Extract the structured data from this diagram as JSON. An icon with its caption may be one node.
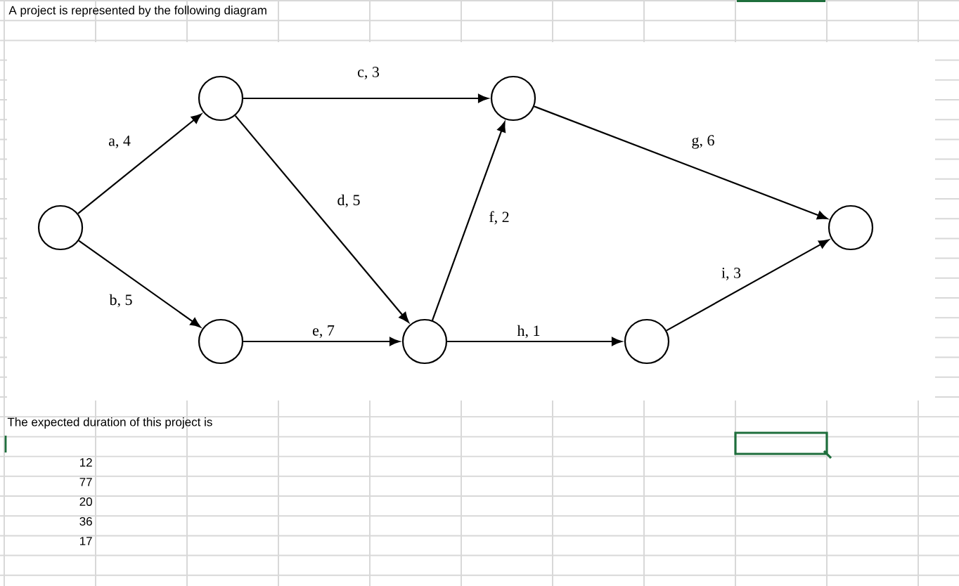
{
  "diagram": {
    "nodes": [
      {
        "text": [],
        "shape": "circle"
      },
      {
        "text": [],
        "shape": "circle"
      },
      {
        "text": [],
        "shape": "circle"
      },
      {
        "text": [],
        "shape": "circle"
      },
      {
        "text": [],
        "shape": "circle"
      },
      {
        "text": [],
        "shape": "circle"
      },
      {
        "text": [],
        "shape": "circle"
      }
    ],
    "edges": [
      {
        "from": 0,
        "to": 1,
        "arrow": "to",
        "label": "a, 4"
      },
      {
        "from": 0,
        "to": 2,
        "arrow": "to",
        "label": "b, 5"
      },
      {
        "from": 1,
        "to": 4,
        "arrow": "to",
        "label": "c, 3"
      },
      {
        "from": 1,
        "to": 3,
        "arrow": "to",
        "label": "d, 5"
      },
      {
        "from": 2,
        "to": 3,
        "arrow": "to",
        "label": "e, 7"
      },
      {
        "from": 3,
        "to": 4,
        "arrow": "to",
        "label": "f, 2"
      },
      {
        "from": 4,
        "to": 6,
        "arrow": "to",
        "label": "g, 6"
      },
      {
        "from": 3,
        "to": 5,
        "arrow": "to",
        "label": "h, 1"
      },
      {
        "from": 5,
        "to": 6,
        "arrow": "to",
        "label": "i, 3"
      }
    ],
    "labels": [
      "A project is represented by the following diagram",
      "The expected duration of this project is",
      "12",
      "77",
      "20",
      "36",
      "17"
    ]
  }
}
